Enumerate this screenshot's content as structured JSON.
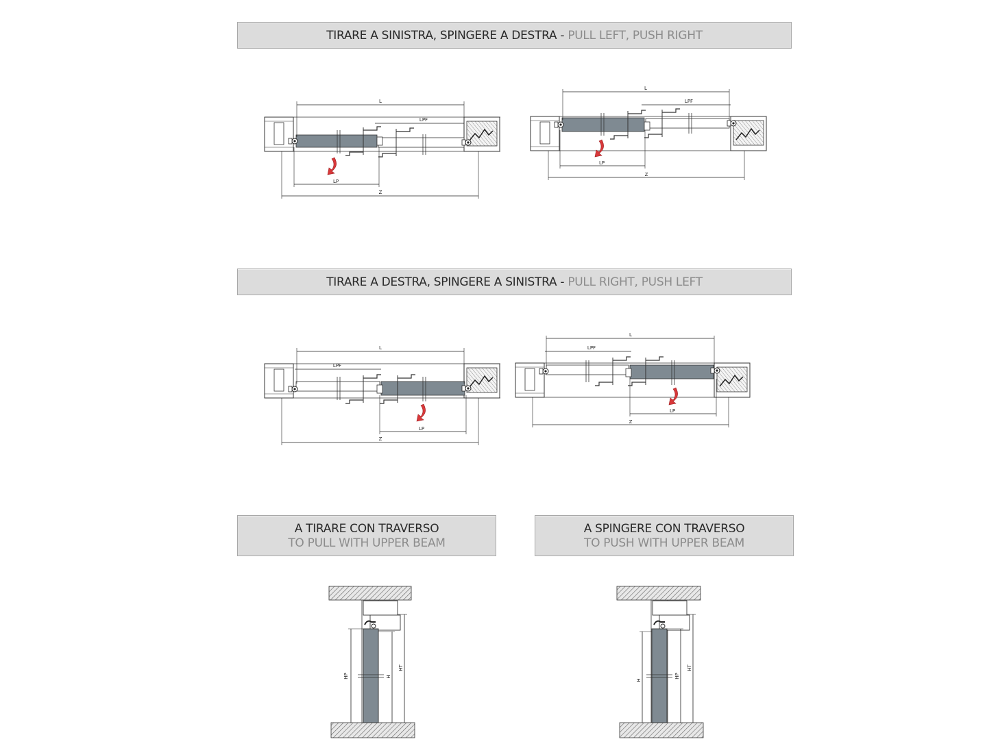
{
  "sections": [
    {
      "it": "TIRARE A SINISTRA, SPINGERE A DESTRA",
      "sep": " - ",
      "en": "PULL LEFT, PUSH RIGHT"
    },
    {
      "it": "TIRARE A DESTRA, SPINGERE A SINISTRA",
      "sep": " - ",
      "en": "PULL RIGHT, PUSH LEFT"
    }
  ],
  "beams": [
    {
      "it": "A TIRARE CON TRAVERSO",
      "en": "TO PULL WITH UPPER BEAM"
    },
    {
      "it": "A SPINGERE CON TRAVERSO",
      "en": "TO PUSH WITH UPPER BEAM"
    }
  ],
  "dims": {
    "L": "L",
    "LP": "LP",
    "LPF": "LPF",
    "Z": "Z",
    "HP": "HP",
    "H": "H",
    "HT": "HT"
  },
  "colors": {
    "panel": "#7f8a92",
    "arrow": "#d9383a",
    "banner": "#dcdcdc",
    "line": "#222222"
  }
}
